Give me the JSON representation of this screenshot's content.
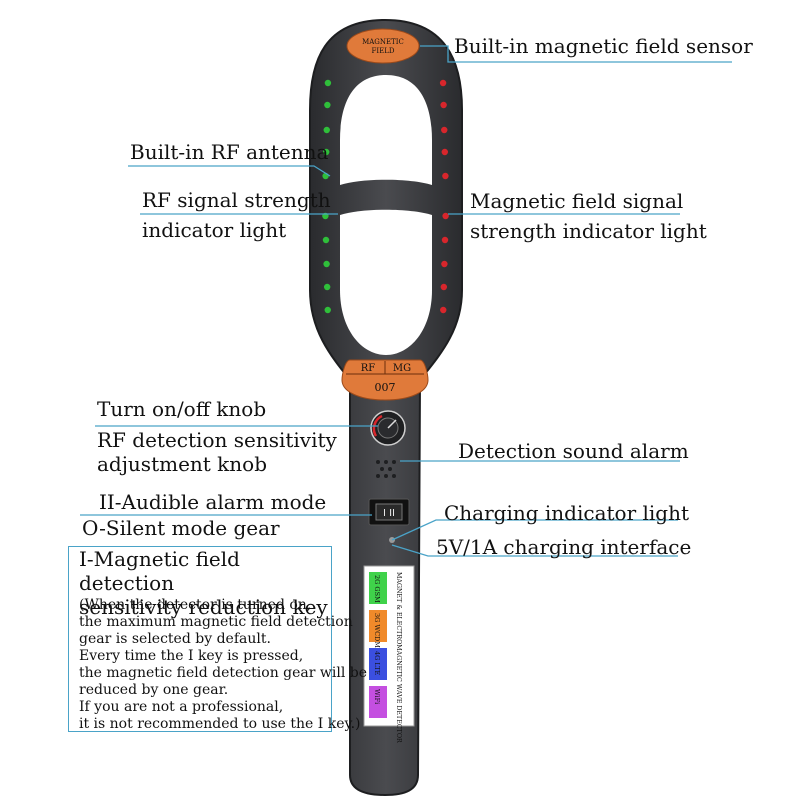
{
  "labels": {
    "magnetic_sensor": "Built-in magnetic field sensor",
    "rf_antenna": "Built-in RF antenna",
    "rf_strength_1": "RF signal strength",
    "rf_strength_2": "indicator light",
    "mag_strength_1": "Magnetic field signal",
    "mag_strength_2": "strength indicator light",
    "on_off": "Turn on/off knob",
    "rf_knob_1": "RF detection sensitivity",
    "rf_knob_2": "adjustment knob",
    "sound_alarm": "Detection sound alarm",
    "audible_mode": "II-Audible alarm mode",
    "silent_mode": "O-Silent mode gear",
    "charging_light": "Charging indicator light",
    "charging_port": "5V/1A charging interface"
  },
  "note": {
    "title_1": "I-Magnetic field detection",
    "title_2": "sensitivity reduction key",
    "lines": [
      "(When the detector is turned on,",
      "the maximum magnetic field detection",
      "gear is selected by default.",
      "Every time the I key is pressed,",
      "the magnetic field detection gear will be",
      "reduced by one gear.",
      "If you are not a professional,",
      "it is not recommended to use the I key.)"
    ]
  },
  "device": {
    "top_badge_1": "MAGNETIC",
    "top_badge_2": "FIELD",
    "mid_badge_left": "RF",
    "mid_badge_right": "MG",
    "mid_badge_model": "007",
    "panel_side_text": "MAGNET & ELECTROMAGNETIC WAVE DETECTOR",
    "bands": [
      "2G GSM",
      "3G WCDMA",
      "4G LTE",
      "WiFi"
    ]
  },
  "colors": {
    "body": "#3c3d40",
    "badge": "#e07a3a",
    "led_green": "#2fbf3a",
    "led_red": "#d8262c",
    "leader": "#4aa3c8",
    "band_colors": [
      "#3fd24a",
      "#f08a2a",
      "#3b4fe0",
      "#c44fe0"
    ]
  }
}
